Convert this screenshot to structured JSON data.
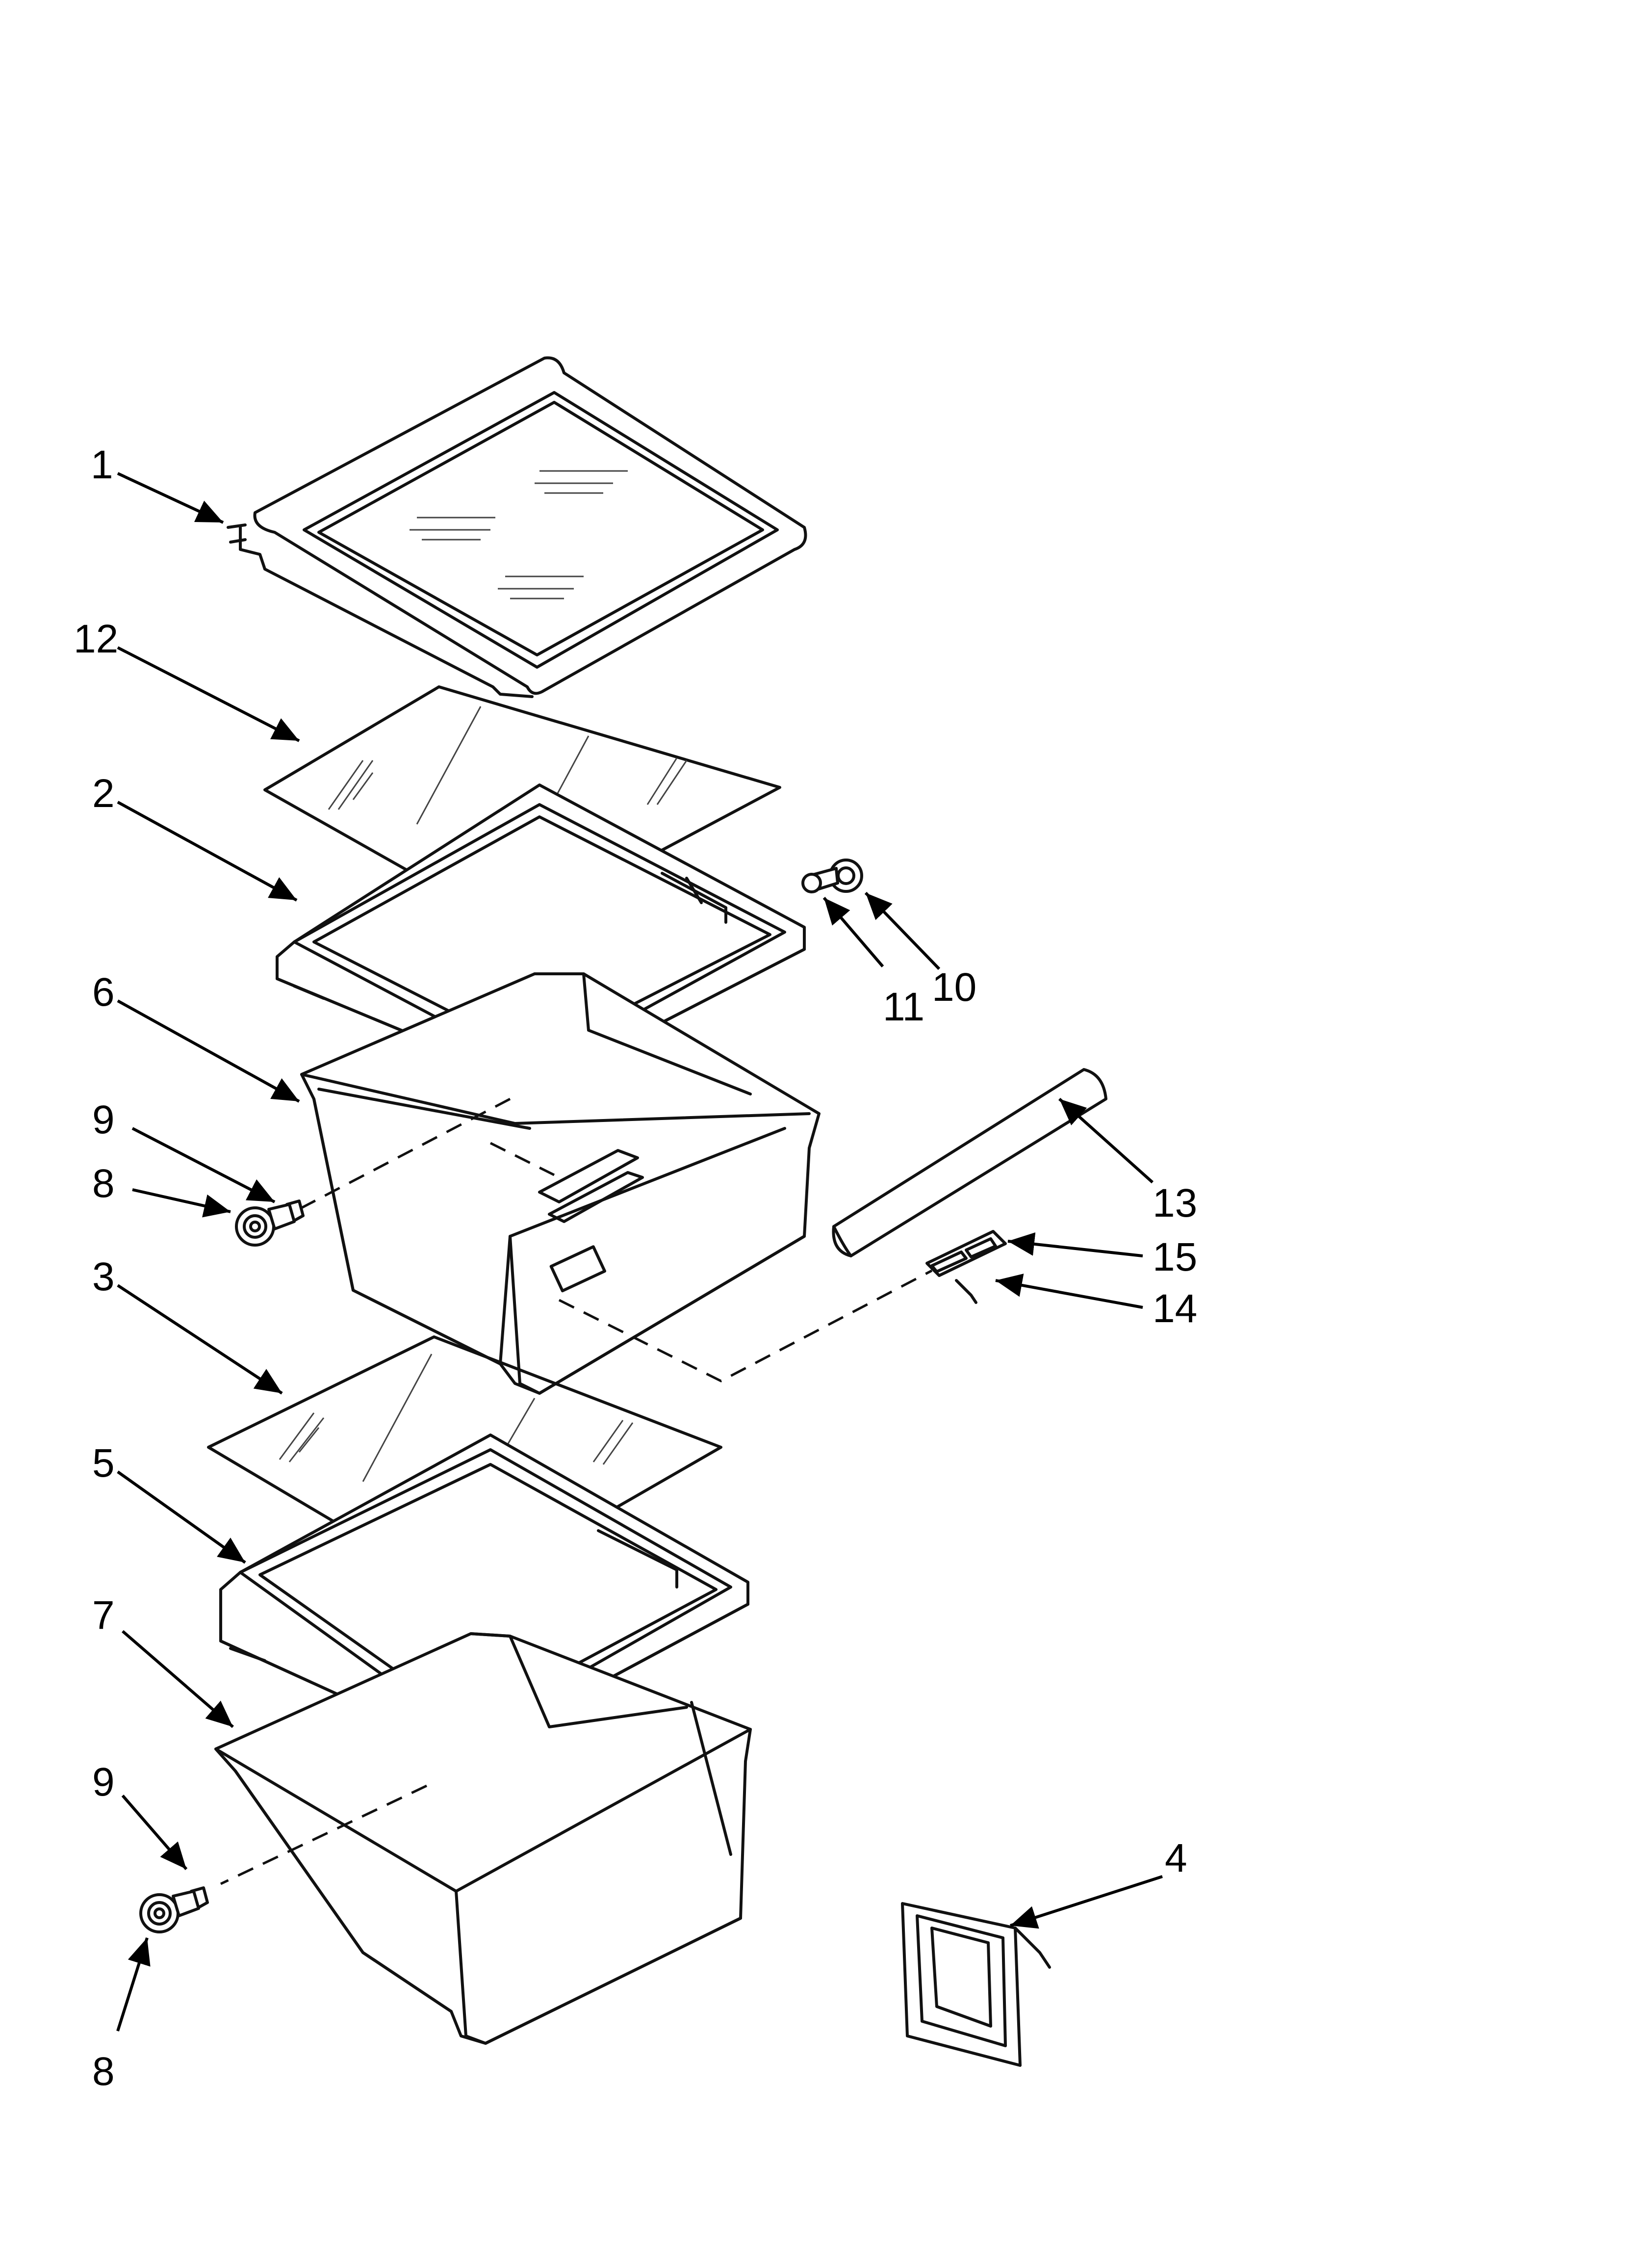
{
  "callouts": [
    {
      "id": "c1a",
      "text": "1"
    },
    {
      "id": "c12",
      "text": "12"
    },
    {
      "id": "c2",
      "text": "2"
    },
    {
      "id": "c6",
      "text": "6"
    },
    {
      "id": "c9a",
      "text": "9"
    },
    {
      "id": "c8a",
      "text": "8"
    },
    {
      "id": "c3",
      "text": "3"
    },
    {
      "id": "c5",
      "text": "5"
    },
    {
      "id": "c7",
      "text": "7"
    },
    {
      "id": "c9b",
      "text": "9"
    },
    {
      "id": "c8b",
      "text": "8"
    },
    {
      "id": "c11",
      "text": "11"
    },
    {
      "id": "c10",
      "text": "10"
    },
    {
      "id": "c13",
      "text": "13"
    },
    {
      "id": "c15",
      "text": "15"
    },
    {
      "id": "c14",
      "text": "14"
    },
    {
      "id": "c4",
      "text": "4"
    }
  ],
  "colors": {
    "line": "#111111",
    "background": "#ffffff"
  }
}
